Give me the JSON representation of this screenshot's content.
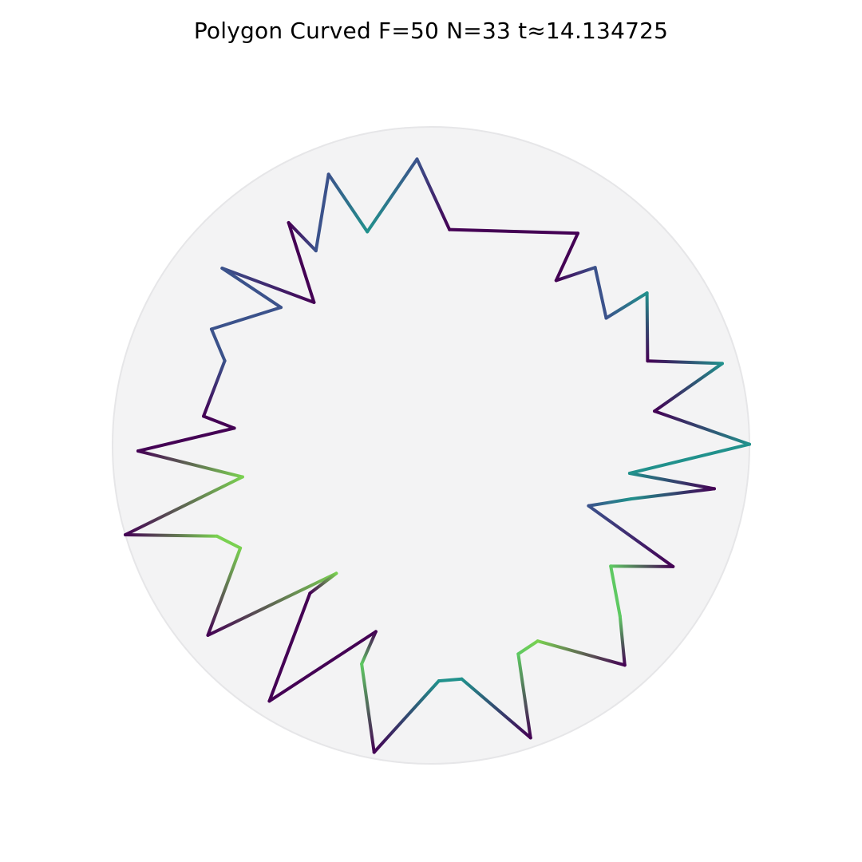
{
  "title": "Polygon Curved F=50 N=33 t≈14.134725",
  "colors": {
    "disk_fill": "#f3f3f4",
    "disk_stroke": "#e6e6e8",
    "palette": [
      "#440154",
      "#3b528b",
      "#21918c",
      "#5ec962",
      "#fde725"
    ]
  },
  "vertices": [
    {
      "angle_deg": 0.2,
      "radius": 1.0,
      "color": "#21918c"
    },
    {
      "angle_deg": 8.7,
      "radius": 0.71,
      "color": "#440154"
    },
    {
      "angle_deg": 15.7,
      "radius": 0.95,
      "color": "#21918c"
    },
    {
      "angle_deg": 21.3,
      "radius": 0.73,
      "color": "#440154"
    },
    {
      "angle_deg": 35.2,
      "radius": 0.83,
      "color": "#21918c"
    },
    {
      "angle_deg": 36.0,
      "radius": 0.68,
      "color": "#3b528b"
    },
    {
      "angle_deg": 47.3,
      "radius": 0.76,
      "color": "#3b528b"
    },
    {
      "angle_deg": 52.8,
      "radius": 0.65,
      "color": "#440154"
    },
    {
      "angle_deg": 55.3,
      "radius": 0.81,
      "color": "#440154"
    },
    {
      "angle_deg": 85.1,
      "radius": 0.68,
      "color": "#440154"
    },
    {
      "angle_deg": 92.8,
      "radius": 0.9,
      "color": "#3b528b"
    },
    {
      "angle_deg": 106.6,
      "radius": 0.7,
      "color": "#21918c"
    },
    {
      "angle_deg": 110.7,
      "radius": 0.91,
      "color": "#3b528b"
    },
    {
      "angle_deg": 120.6,
      "radius": 0.71,
      "color": "#3b528b"
    },
    {
      "angle_deg": 122.6,
      "radius": 0.83,
      "color": "#440154"
    },
    {
      "angle_deg": 129.3,
      "radius": 0.58,
      "color": "#440154"
    },
    {
      "angle_deg": 139.7,
      "radius": 0.86,
      "color": "#3b528b"
    },
    {
      "angle_deg": 137.4,
      "radius": 0.64,
      "color": "#3b528b"
    },
    {
      "angle_deg": 152.1,
      "radius": 0.78,
      "color": "#3b528b"
    },
    {
      "angle_deg": 157.7,
      "radius": 0.7,
      "color": "#3b528b"
    },
    {
      "angle_deg": 172.7,
      "radius": 0.72,
      "color": "#440154"
    },
    {
      "angle_deg": 175.0,
      "radius": 0.62,
      "color": "#440154"
    },
    {
      "angle_deg": 181.1,
      "radius": 0.92,
      "color": "#440154"
    },
    {
      "angle_deg": 189.5,
      "radius": 0.6,
      "color": "#7ad151"
    },
    {
      "angle_deg": 196.3,
      "radius": 1.0,
      "color": "#440154"
    },
    {
      "angle_deg": 203.0,
      "radius": 0.73,
      "color": "#7ad151"
    },
    {
      "angle_deg": 208.3,
      "radius": 0.68,
      "color": "#7ad151"
    },
    {
      "angle_deg": 220.4,
      "radius": 0.92,
      "color": "#440154"
    },
    {
      "angle_deg": 233.5,
      "radius": 0.5,
      "color": "#7ad151"
    },
    {
      "angle_deg": 230.7,
      "radius": 0.6,
      "color": "#440154"
    },
    {
      "angle_deg": 237.7,
      "radius": 0.95,
      "color": "#440154"
    },
    {
      "angle_deg": 253.5,
      "radius": 0.61,
      "color": "#440154"
    },
    {
      "angle_deg": 252.4,
      "radius": 0.72,
      "color": "#5ec962"
    },
    {
      "angle_deg": 259.5,
      "radius": 0.98,
      "color": "#440154"
    },
    {
      "angle_deg": 271.9,
      "radius": 0.74,
      "color": "#21918c"
    },
    {
      "angle_deg": 277.5,
      "radius": 0.74,
      "color": "#21918c"
    },
    {
      "angle_deg": 288.8,
      "radius": 0.97,
      "color": "#440154"
    },
    {
      "angle_deg": 292.7,
      "radius": 0.71,
      "color": "#5ec962"
    },
    {
      "angle_deg": 298.6,
      "radius": 0.7,
      "color": "#7ad151"
    },
    {
      "angle_deg": 311.4,
      "radius": 0.92,
      "color": "#440154"
    },
    {
      "angle_deg": 317.9,
      "radius": 0.8,
      "color": "#5ec962"
    },
    {
      "angle_deg": 326.1,
      "radius": 0.68,
      "color": "#5ec962"
    },
    {
      "angle_deg": 333.4,
      "radius": 0.85,
      "color": "#440154"
    },
    {
      "angle_deg": 339.0,
      "radius": 0.53,
      "color": "#3b528b"
    },
    {
      "angle_deg": 345.0,
      "radius": 0.65,
      "color": "#21918c"
    },
    {
      "angle_deg": 351.3,
      "radius": 0.9,
      "color": "#440154"
    },
    {
      "angle_deg": 352.0,
      "radius": 0.63,
      "color": "#21918c"
    }
  ]
}
